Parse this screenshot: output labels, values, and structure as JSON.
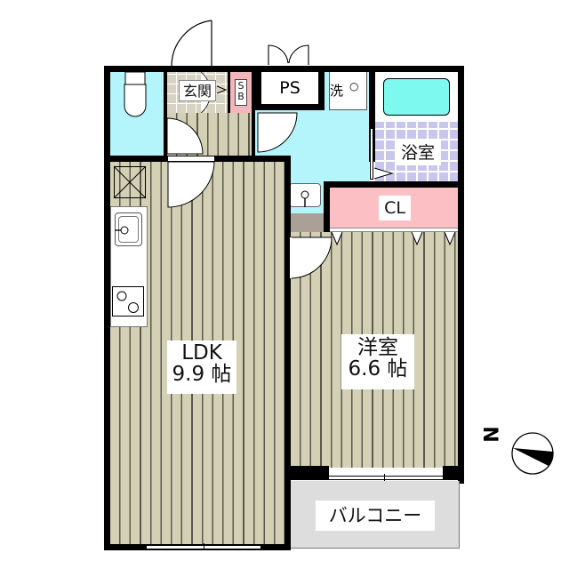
{
  "floor_plan": {
    "rooms": {
      "genkan": {
        "label": "玄関"
      },
      "shoe_box": {
        "label_top": "S",
        "label_bottom": "B"
      },
      "pipe_space": {
        "label": "PS"
      },
      "washer": {
        "label": "洗",
        "symbol": "○"
      },
      "bathroom": {
        "label": "浴室"
      },
      "closet": {
        "label": "CL"
      },
      "ldk": {
        "name": "LDK",
        "size": "9.9 帖"
      },
      "western_room": {
        "name": "洋室",
        "size": "6.6 帖"
      },
      "balcony": {
        "label": "バルコニー"
      }
    },
    "compass": {
      "direction_label": "N"
    },
    "colors": {
      "floor_wood": "#d3d0b6",
      "wet_area": "#b3f5fb",
      "bathtub": "#7ef9ef",
      "bath_tile": "#c9c6ee",
      "closet": "#fcc0c4",
      "shoe_box": "#f4b6bd",
      "balcony": "#dddddd",
      "storage_brown": "#aaa098",
      "wall": "#000000"
    }
  }
}
